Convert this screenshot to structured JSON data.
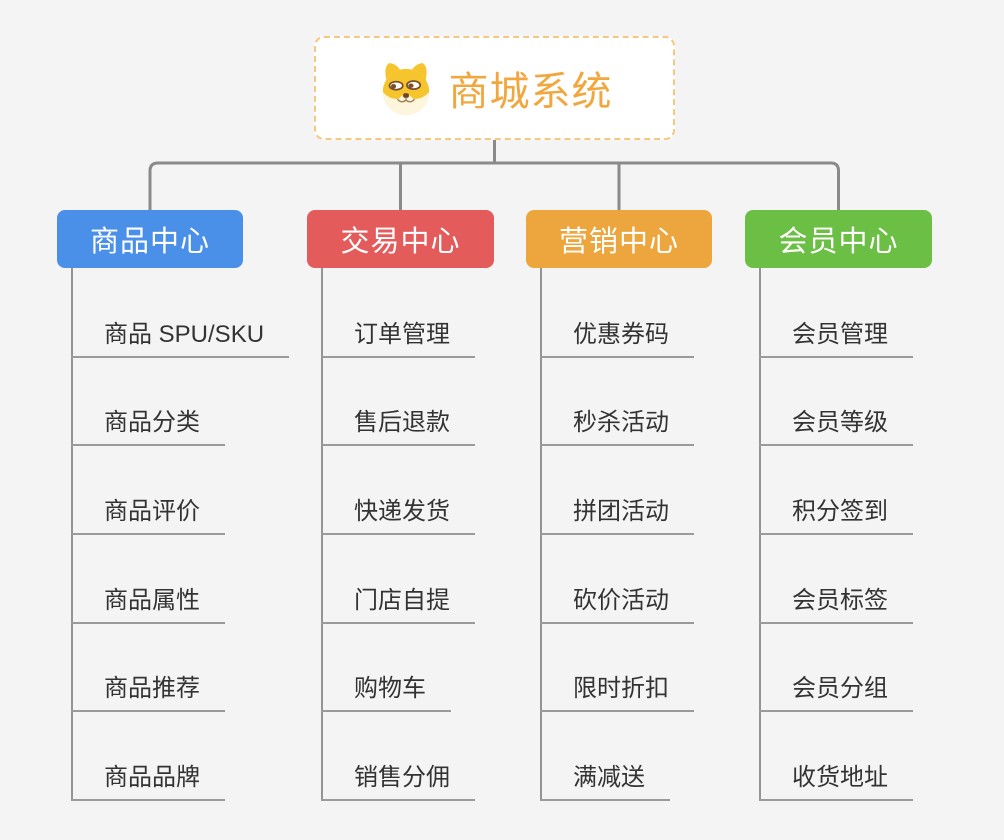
{
  "app": {
    "type": "mindmap"
  },
  "root": {
    "title": "商城系统",
    "icon": "dog-face-icon",
    "text_color": "#f2a73e",
    "border_color": "#f6c77f",
    "fill": "#ffffff"
  },
  "connectors": {
    "color": "#8a8a8a",
    "leaf_underline_color": "#9a9a9a",
    "leaf_text_color": "#333333",
    "background": "#f4f4f5"
  },
  "branches": [
    {
      "label": "商品中心",
      "color": "#4a90e8",
      "children": [
        "商品 SPU/SKU",
        "商品分类",
        "商品评价",
        "商品属性",
        "商品推荐",
        "商品品牌"
      ]
    },
    {
      "label": "交易中心",
      "color": "#e45b5b",
      "children": [
        "订单管理",
        "售后退款",
        "快递发货",
        "门店自提",
        "购物车",
        "销售分佣"
      ]
    },
    {
      "label": "营销中心",
      "color": "#eca63d",
      "children": [
        "优惠券码",
        "秒杀活动",
        "拼团活动",
        "砍价活动",
        "限时折扣",
        "满减送"
      ]
    },
    {
      "label": "会员中心",
      "color": "#6cbf45",
      "children": [
        "会员管理",
        "会员等级",
        "积分签到",
        "会员标签",
        "会员分组",
        "收货地址"
      ]
    }
  ]
}
